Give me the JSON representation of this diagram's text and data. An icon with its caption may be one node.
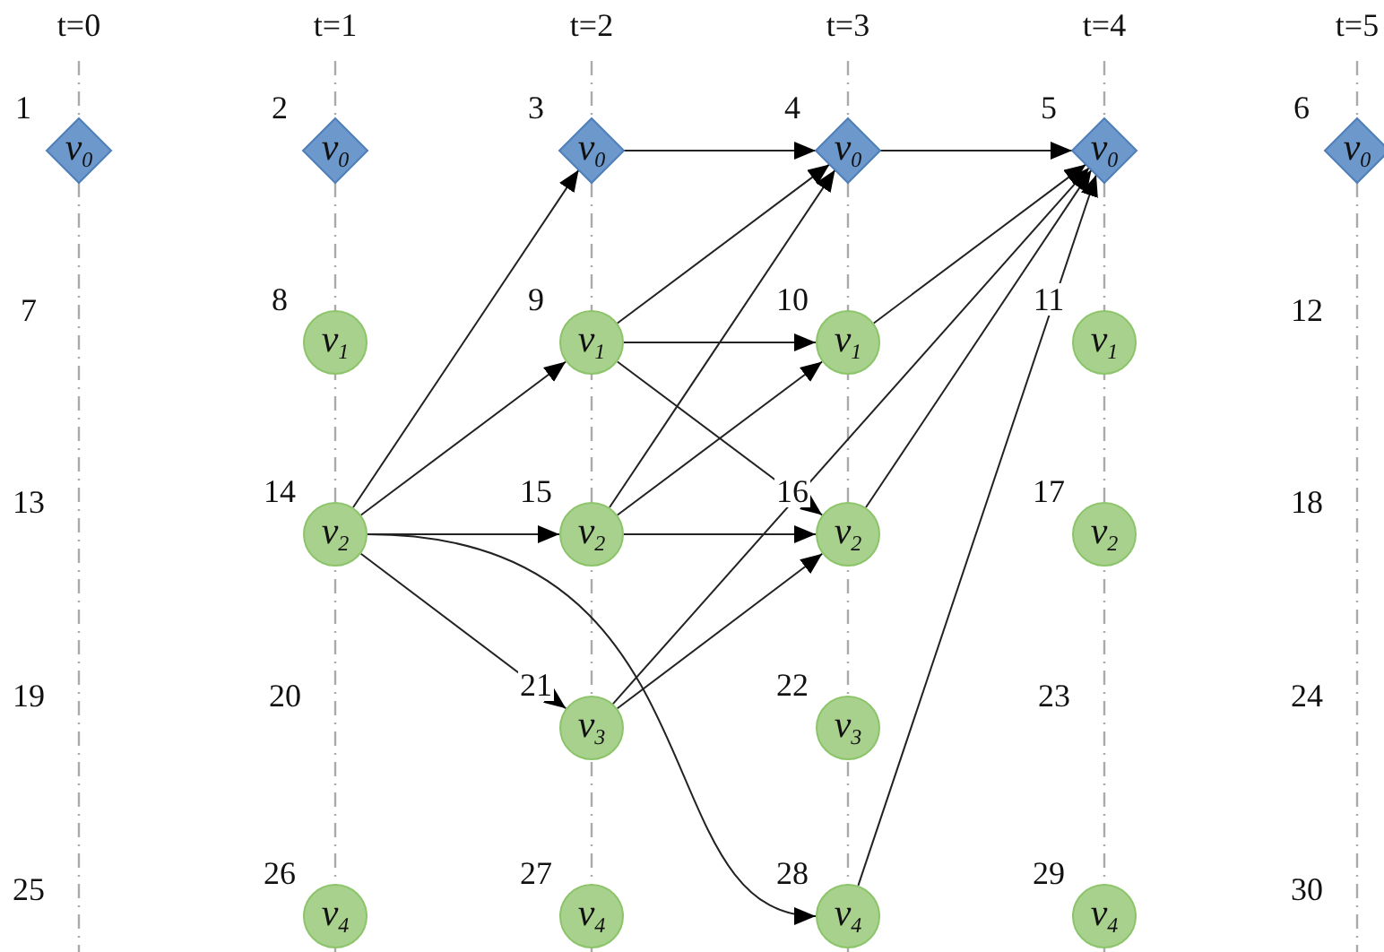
{
  "diagram": {
    "nodes": [
      {
        "text": [
          "v$_{0}$"
        ],
        "beside": [
          "1"
        ]
      },
      {
        "text": [
          "v$_{0}$"
        ],
        "beside": [
          "2"
        ]
      },
      {
        "text": [
          "v$_{0}$"
        ],
        "beside": [
          "3"
        ]
      },
      {
        "text": [
          "v$_{0}$"
        ],
        "beside": [
          "4"
        ]
      },
      {
        "text": [
          "v$_{0}$"
        ],
        "beside": [
          "5"
        ]
      },
      {
        "text": [
          "v$_{0}$"
        ],
        "beside": [
          "6"
        ]
      },
      {
        "text": [
          "v$_{1}$"
        ],
        "beside": [
          "8"
        ]
      },
      {
        "text": [
          "v$_{1}$"
        ],
        "beside": [
          "9"
        ]
      },
      {
        "text": [
          "v$_{1}$"
        ],
        "beside": [
          "10"
        ]
      },
      {
        "text": [
          "v$_{1}$"
        ],
        "beside": [
          "11"
        ]
      },
      {
        "text": [
          "v$_{2}$"
        ],
        "beside": [
          "14"
        ]
      },
      {
        "text": [
          "v$_{2}$"
        ],
        "beside": [
          "15"
        ]
      },
      {
        "text": [
          "v$_{2}$"
        ],
        "beside": [
          "16"
        ]
      },
      {
        "text": [
          "v$_{2}$"
        ],
        "beside": [
          "17"
        ]
      },
      {
        "text": [
          "v$_{3}$"
        ],
        "beside": [
          "21"
        ]
      },
      {
        "text": [
          "v$_{3}$"
        ],
        "beside": [
          "22"
        ]
      },
      {
        "text": [
          "v$_{4}$"
        ],
        "beside": [
          "26"
        ]
      },
      {
        "text": [
          "v$_{4}$"
        ],
        "beside": [
          "27"
        ]
      },
      {
        "text": [
          "v$_{4}$"
        ],
        "beside": [
          "28"
        ]
      },
      {
        "text": [
          "v$_{4}$"
        ],
        "beside": [
          "29"
        ]
      }
    ],
    "edges": [
      {
        "from": 10,
        "to": 2,
        "arrow": "to"
      },
      {
        "from": 10,
        "to": 7,
        "arrow": "to"
      },
      {
        "from": 10,
        "to": 11,
        "arrow": "to"
      },
      {
        "from": 10,
        "to": 14,
        "arrow": "to"
      },
      {
        "from": 10,
        "to": 18,
        "arrow": "to"
      },
      {
        "from": 2,
        "to": 3,
        "arrow": "to"
      },
      {
        "from": 3,
        "to": 4,
        "arrow": "to"
      },
      {
        "from": 7,
        "to": 3,
        "arrow": "to"
      },
      {
        "from": 7,
        "to": 8,
        "arrow": "to"
      },
      {
        "from": 7,
        "to": 12,
        "arrow": "to"
      },
      {
        "from": 11,
        "to": 3,
        "arrow": "to"
      },
      {
        "from": 11,
        "to": 8,
        "arrow": "to"
      },
      {
        "from": 11,
        "to": 12,
        "arrow": "to"
      },
      {
        "from": 14,
        "to": 12,
        "arrow": "to"
      },
      {
        "from": 14,
        "to": 4,
        "arrow": "to"
      },
      {
        "from": 8,
        "to": 4,
        "arrow": "to"
      },
      {
        "from": 12,
        "to": 4,
        "arrow": "to"
      },
      {
        "from": 18,
        "to": 4,
        "arrow": "to"
      }
    ],
    "labels": [
      "t=0",
      "t=1",
      "t=2",
      "t=3",
      "t=4",
      "t=5",
      "7",
      "12",
      "13",
      "18",
      "19",
      "20",
      "23",
      "24",
      "25",
      "30"
    ]
  }
}
